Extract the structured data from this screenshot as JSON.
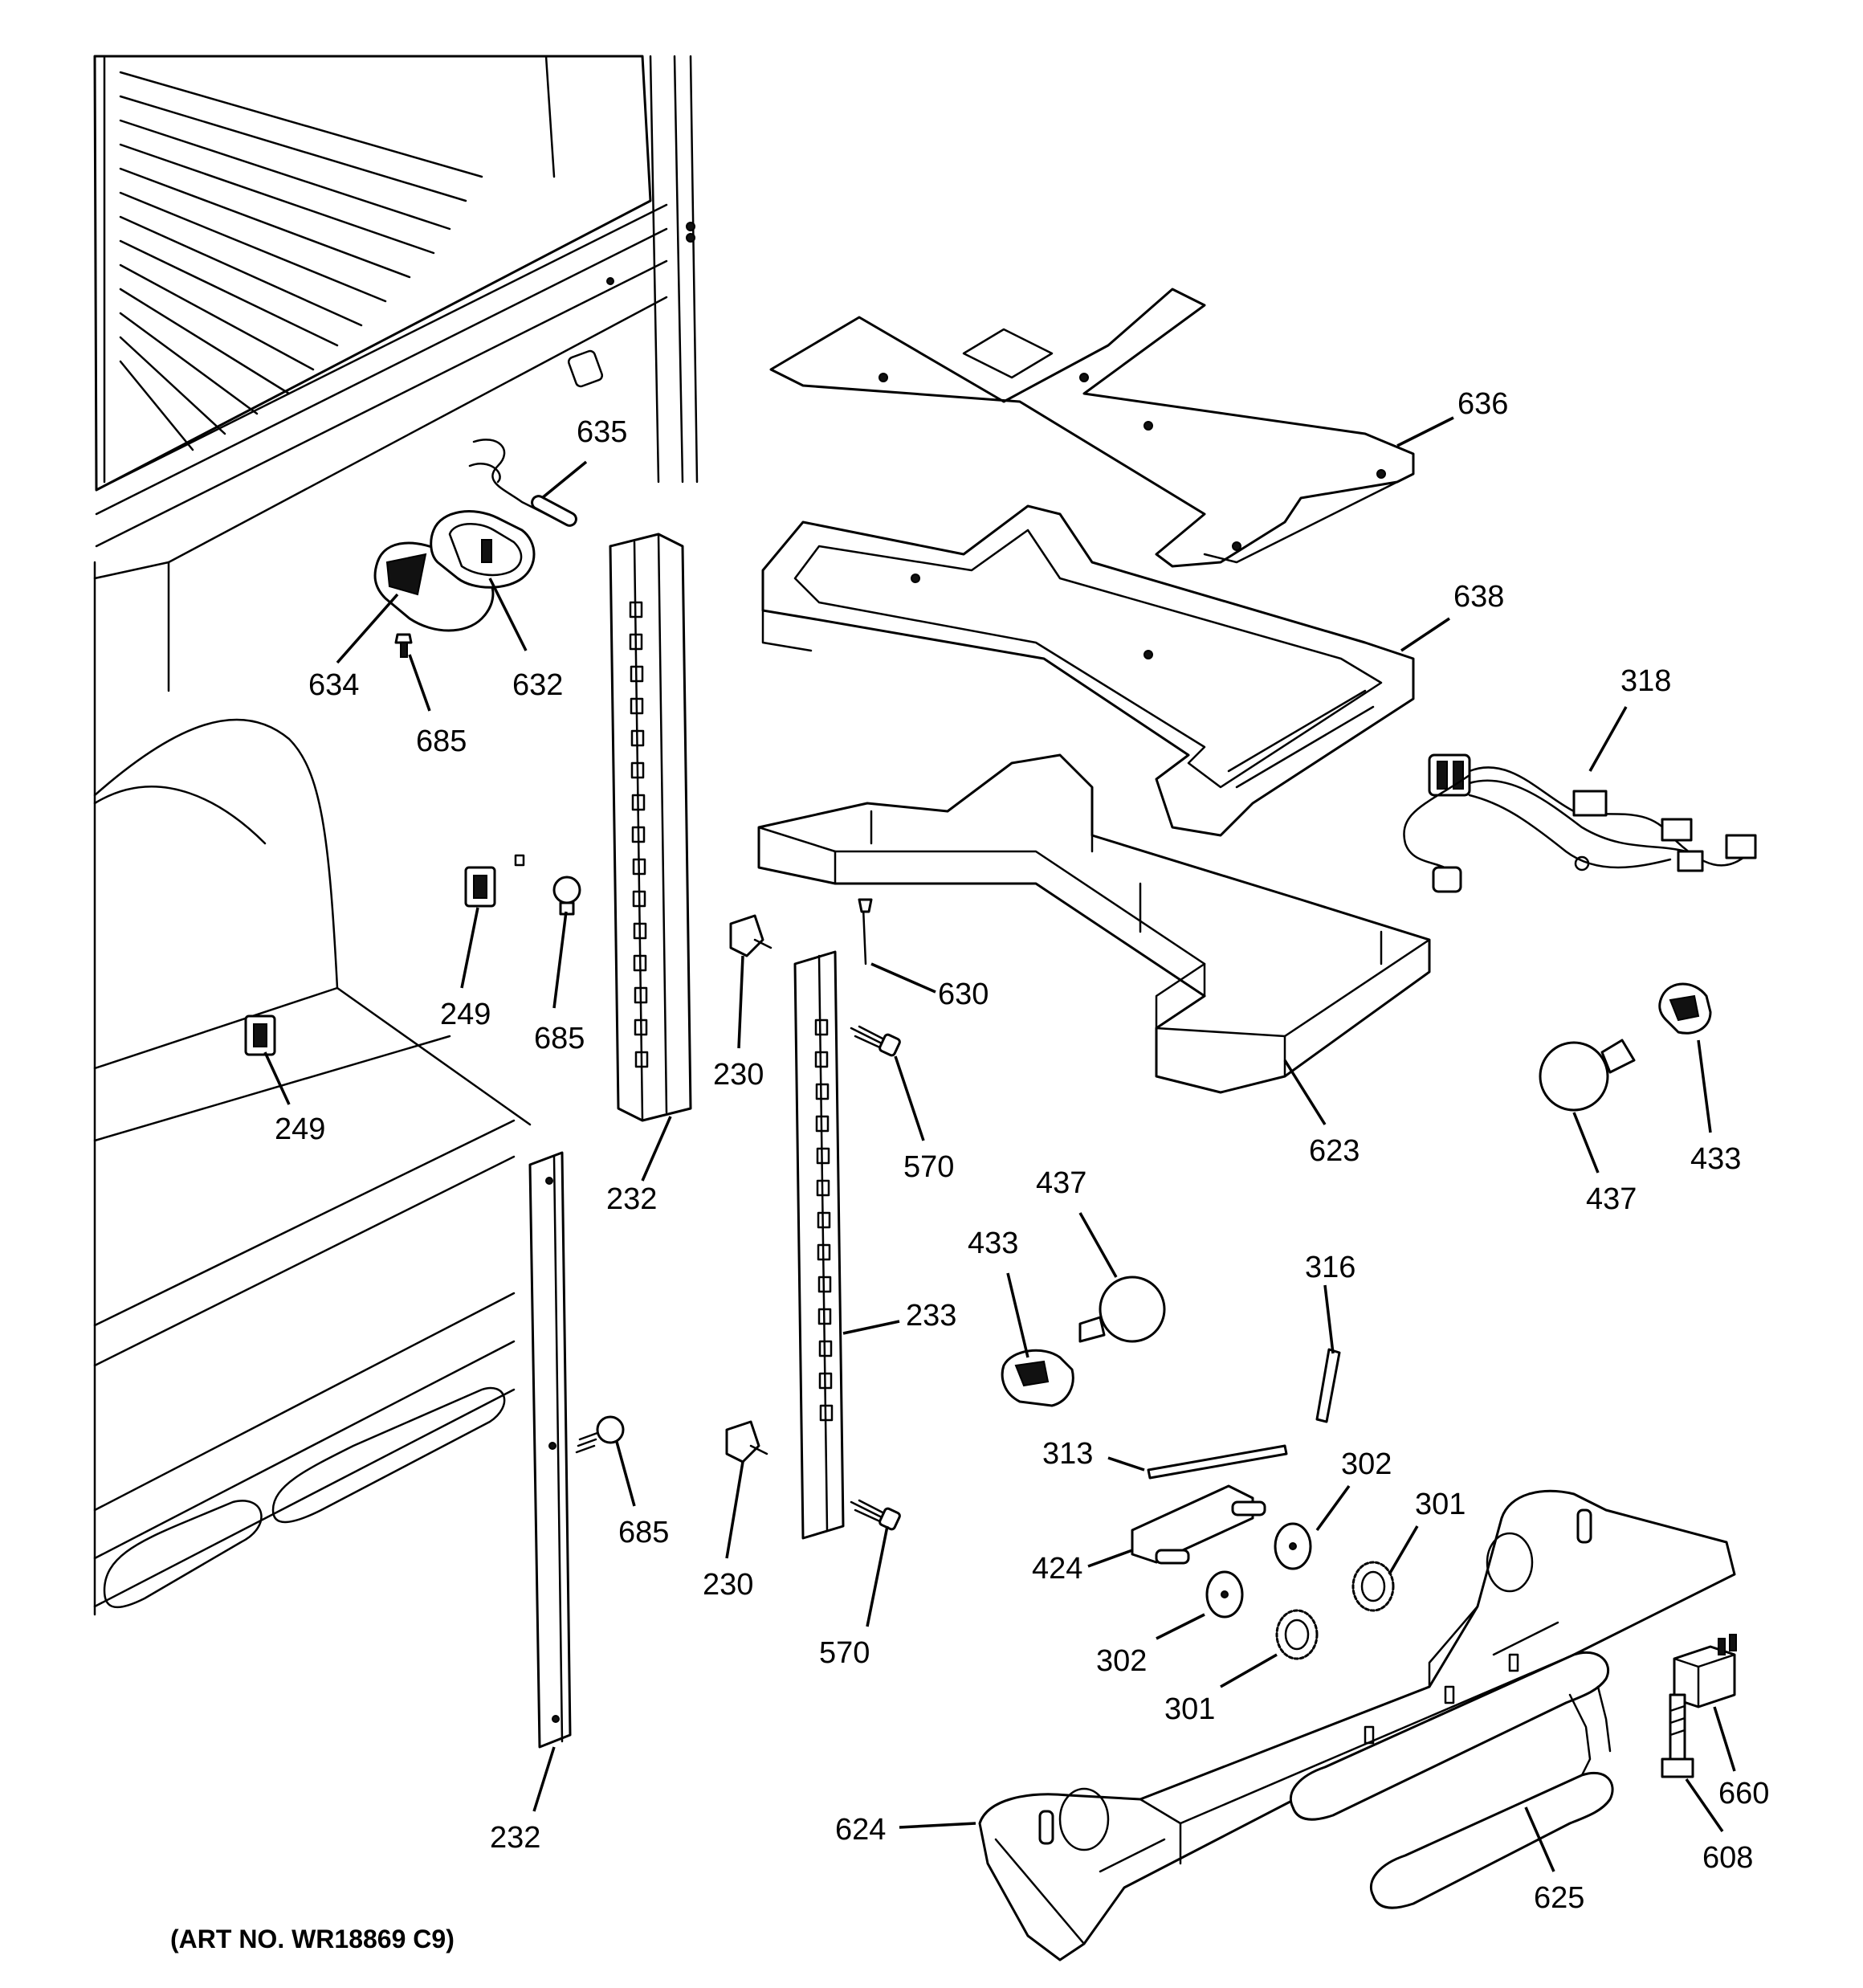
{
  "callouts": [
    {
      "id": "c636",
      "text": "636"
    },
    {
      "id": "c635",
      "text": "635"
    },
    {
      "id": "c638",
      "text": "638"
    },
    {
      "id": "c318",
      "text": "318"
    },
    {
      "id": "c634",
      "text": "634"
    },
    {
      "id": "c632",
      "text": "632"
    },
    {
      "id": "c685a",
      "text": "685"
    },
    {
      "id": "c249a",
      "text": "249"
    },
    {
      "id": "c685b",
      "text": "685"
    },
    {
      "id": "c630",
      "text": "630"
    },
    {
      "id": "c230a",
      "text": "230"
    },
    {
      "id": "c249b",
      "text": "249"
    },
    {
      "id": "c570a",
      "text": "570"
    },
    {
      "id": "c623",
      "text": "623"
    },
    {
      "id": "c433a",
      "text": "433"
    },
    {
      "id": "c437a",
      "text": "437"
    },
    {
      "id": "c232a",
      "text": "232"
    },
    {
      "id": "c437b",
      "text": "437"
    },
    {
      "id": "c433b",
      "text": "433"
    },
    {
      "id": "c316",
      "text": "316"
    },
    {
      "id": "c233",
      "text": "233"
    },
    {
      "id": "c313",
      "text": "313"
    },
    {
      "id": "c302a",
      "text": "302"
    },
    {
      "id": "c301a",
      "text": "301"
    },
    {
      "id": "c685c",
      "text": "685"
    },
    {
      "id": "c424",
      "text": "424"
    },
    {
      "id": "c230b",
      "text": "230"
    },
    {
      "id": "c302b",
      "text": "302"
    },
    {
      "id": "c570b",
      "text": "570"
    },
    {
      "id": "c301b",
      "text": "301"
    },
    {
      "id": "c660",
      "text": "660"
    },
    {
      "id": "c624",
      "text": "624"
    },
    {
      "id": "c608",
      "text": "608"
    },
    {
      "id": "c232b",
      "text": "232"
    },
    {
      "id": "c625",
      "text": "625"
    }
  ],
  "art_number": "(ART NO. WR18869 C9)"
}
